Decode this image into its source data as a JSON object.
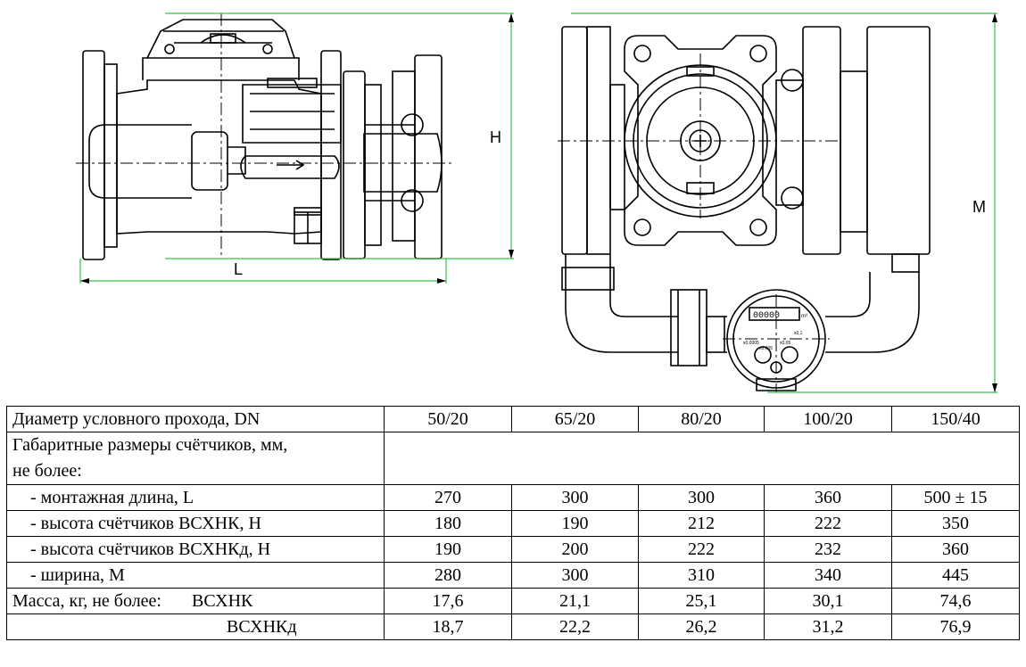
{
  "dimension_labels": {
    "length": "L",
    "height": "H",
    "width": "M"
  },
  "small_meter_dial": {
    "counter": "00000",
    "unit": "m³",
    "sub_dials": [
      "x0,0005",
      "x0,005",
      "x0,05",
      "x0,1"
    ]
  },
  "table": {
    "header": {
      "label": "Диаметр условного прохода, DN",
      "values": [
        "50/20",
        "65/20",
        "80/20",
        "100/20",
        "150/40"
      ]
    },
    "section_title": {
      "line1": "Габаритные размеры счётчиков, мм,",
      "line2": "не более:"
    },
    "rows": [
      {
        "label": "- монтажная длина, L",
        "values": [
          "270",
          "300",
          "300",
          "360",
          "500 ± 15"
        ]
      },
      {
        "label": "- высота счётчиков ВСХНК, H",
        "values": [
          "180",
          "190",
          "212",
          "222",
          "350"
        ]
      },
      {
        "label": "- высота счётчиков ВСХНКд, H",
        "values": [
          "190",
          "200",
          "222",
          "232",
          "360"
        ]
      },
      {
        "label": "- ширина, M",
        "values": [
          "280",
          "300",
          "310",
          "340",
          "445"
        ]
      }
    ],
    "mass": {
      "label": "Масса, кг, не более:",
      "types": [
        "ВСХНК",
        "ВСХНКд"
      ],
      "values": [
        [
          "17,6",
          "21,1",
          "25,1",
          "30,1",
          "74,6"
        ],
        [
          "18,7",
          "22,2",
          "26,2",
          "31,2",
          "76,9"
        ]
      ]
    }
  }
}
